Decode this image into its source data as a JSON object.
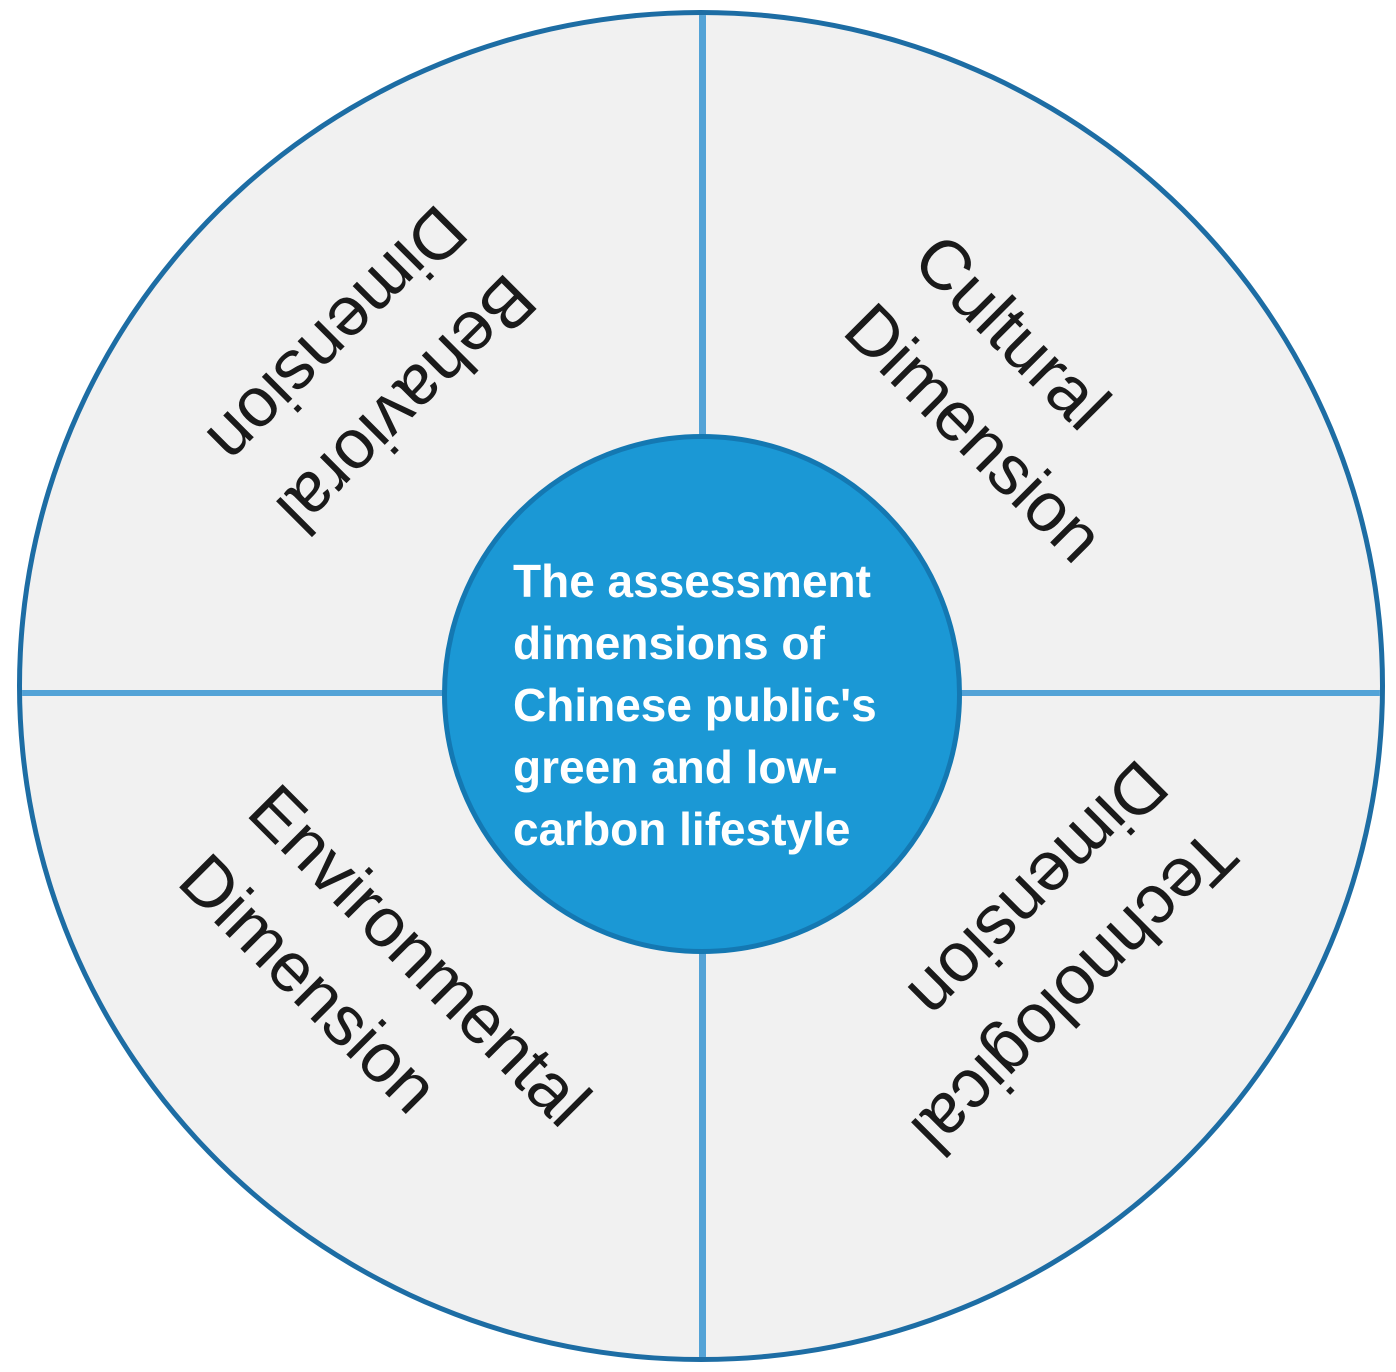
{
  "figure": {
    "title": "The assessment dimensions of Chinese public's green and low-carbon lifestyle",
    "center_circle": {
      "lines": [
        "The assessment",
        "dimensions of",
        "Chinese public's",
        "green and low-",
        "carbon lifestyle"
      ]
    },
    "quadrants": [
      {
        "position": "top-left",
        "label": "Behavioral Dimension",
        "lines": [
          "Behavioral",
          "Dimension"
        ]
      },
      {
        "position": "top-right",
        "label": "Cultural Dimension",
        "lines": [
          "Cultural",
          "Dimension"
        ]
      },
      {
        "position": "bottom-left",
        "label": "Environmental Dimension",
        "lines": [
          "Environmental",
          "Dimension"
        ]
      },
      {
        "position": "bottom-right",
        "label": "Technological Dimension",
        "lines": [
          "Technological",
          "Dimension"
        ]
      }
    ],
    "colors": {
      "background": "#ffffff",
      "quadrant_fill": "#f1f1f1",
      "outer_border": "#1d6da4",
      "divider_lines": "#53a3d7",
      "center_circle_fill": "#1b98d5",
      "center_circle_border": "#1478b2",
      "center_text": "#ffffff",
      "label_text": "#1a1a1a"
    }
  }
}
